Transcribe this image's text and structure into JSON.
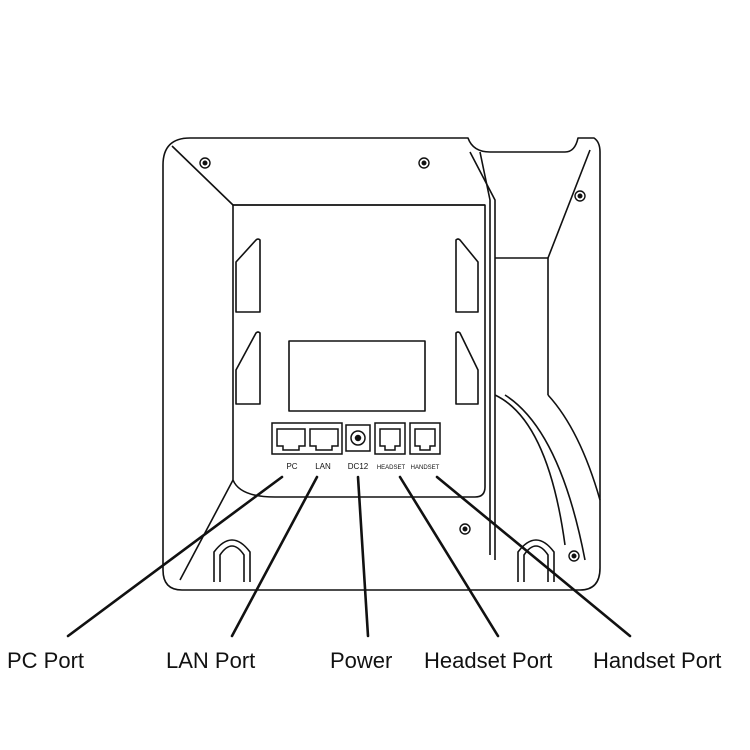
{
  "ports": {
    "pc": "PC",
    "lan": "LAN",
    "dc12": "DC12",
    "headset": "HEADSET",
    "handset": "HANDSET"
  },
  "callouts": {
    "pc_port": "PC Port",
    "lan_port": "LAN Port",
    "power": "Power",
    "headset_port": "Headset Port",
    "handset_port": "Handset Port"
  },
  "colors": {
    "line": "#111111",
    "background": "#ffffff"
  }
}
